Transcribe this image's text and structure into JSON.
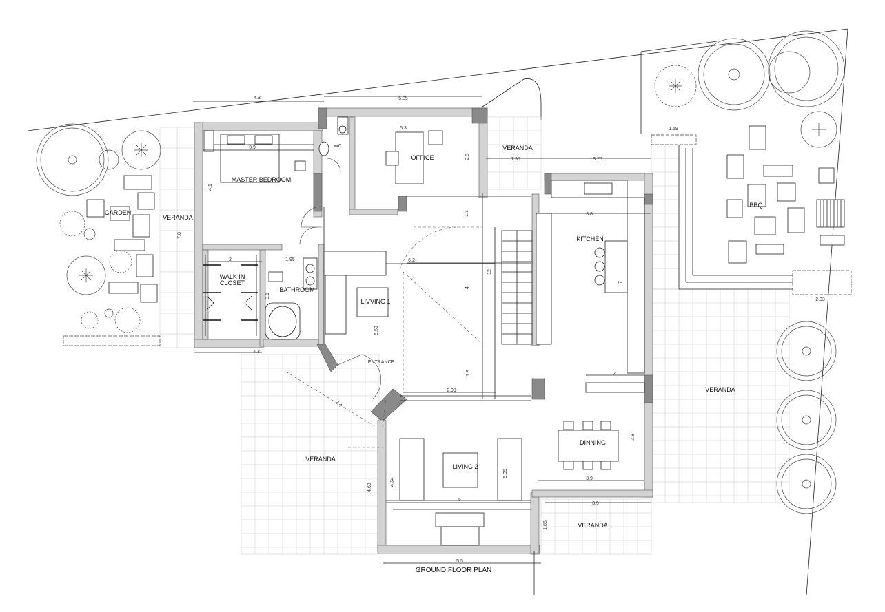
{
  "plan_title": "GROUND FLOOR PLAN",
  "rooms": {
    "office": "OFFICE",
    "wc": "WC",
    "master_bedroom": "MASTER BEDROOM",
    "garden": "GARDEN",
    "veranda": "VERANDA",
    "walk_in_closet": "WALK IN\nCLOSET",
    "bathroom": "BATHROOM",
    "living_1": "LIVVING 1",
    "entrance": "ENTRANCE",
    "living_2": "LIVING 2",
    "kitchen": "KITCHEN",
    "dinning": "DINNING",
    "bbq": "BBQ"
  },
  "dimensions": {
    "d_4_3_top": "4.3",
    "d_5_85": "5.85",
    "d_5_3": "5.3",
    "d_3_9_bed": "3.9",
    "d_4_1": "4.1",
    "d_2_8_office": "2.8",
    "d_1_95_ver": "1.95",
    "d_3_75": "3.75",
    "d_1_59": "1.59",
    "d_3_8": "3.8",
    "d_1_1": "1.1",
    "d_7_8": "7.8",
    "d_6_2": "6.2",
    "d_2_closet": "2",
    "d_1_95_bath": "1.95",
    "d_3_1": "3.1",
    "d_4_stairs": "4",
    "d_12": "12",
    "d_5_59": "5.59",
    "d_7_kitchen": "7",
    "d_2_03": "2.03",
    "d_4_3_bottom": "4.3",
    "d_2_4": "2.4",
    "d_1_9": "1.9",
    "d_2_99": "2.99",
    "d_2_kitchen": "2",
    "d_3_8_dinning": "3.8",
    "d_3_9_dinning": "3.9",
    "d_4_34": "4.34",
    "d_4_63": "4.63",
    "d_5_05": "5.05",
    "d_5_living": "5",
    "d_3_9_veranda": "3.9",
    "d_1_85": "1.85",
    "d_5_5": "5.5"
  }
}
